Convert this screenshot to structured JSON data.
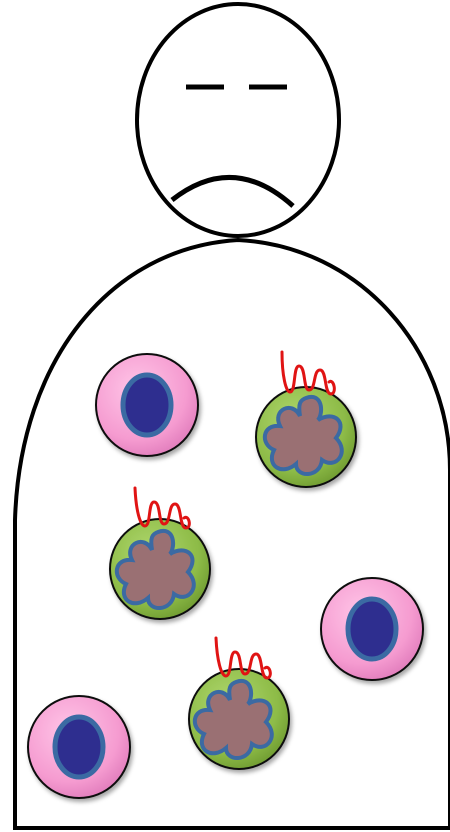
{
  "figure": {
    "background": "#ffffff",
    "outline_color": "#000000"
  },
  "person": {
    "expression": "sad",
    "eyes": "dashes",
    "mouth": "frown"
  },
  "legend_colors": {
    "normal_cell_cytoplasm": "#f59bd0",
    "normal_cell_nucleus": "#2e2f8f",
    "nucleus_ring": "#3a6aa3",
    "infected_cell_cytoplasm": "#8dbb47",
    "infected_cell_nucleus": "#9a6f73",
    "virus_strand": "#e01414"
  },
  "cells": [
    {
      "kind": "normal",
      "id": "cell-1"
    },
    {
      "kind": "infected",
      "id": "cell-2"
    },
    {
      "kind": "infected",
      "id": "cell-3"
    },
    {
      "kind": "normal",
      "id": "cell-4"
    },
    {
      "kind": "infected",
      "id": "cell-5"
    },
    {
      "kind": "normal",
      "id": "cell-6"
    }
  ]
}
